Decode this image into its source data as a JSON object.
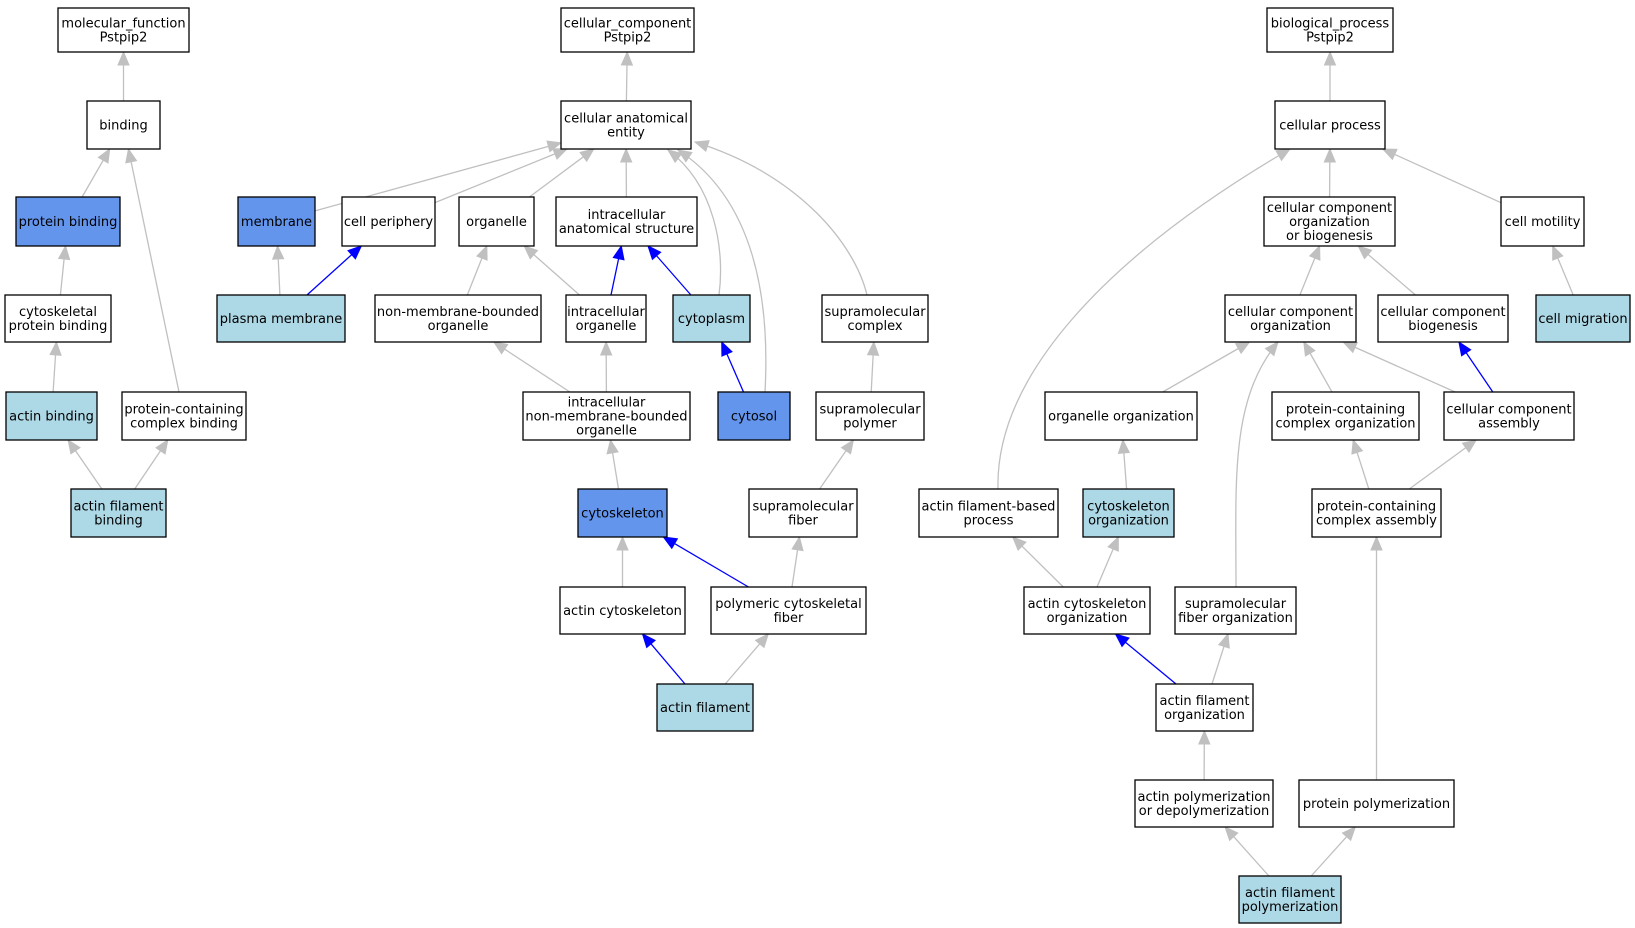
{
  "colors": {
    "node_default": "#ffffff",
    "node_light": "#add8e6",
    "node_strong": "#6495ed",
    "edge_gray": "#c0c0c0",
    "edge_blue": "#0000ff",
    "border": "#000000"
  },
  "nodes": [
    {
      "id": "mf",
      "lines": [
        "molecular_function",
        "Pstpip2"
      ],
      "fill": "default"
    },
    {
      "id": "binding",
      "lines": [
        "binding"
      ],
      "fill": "default"
    },
    {
      "id": "protein_binding",
      "lines": [
        "protein binding"
      ],
      "fill": "strong"
    },
    {
      "id": "cytoskeletal_protein_binding",
      "lines": [
        "cytoskeletal",
        "protein binding"
      ],
      "fill": "default"
    },
    {
      "id": "actin_binding",
      "lines": [
        "actin binding"
      ],
      "fill": "light"
    },
    {
      "id": "protein_containing_complex_binding",
      "lines": [
        "protein-containing",
        "complex binding"
      ],
      "fill": "default"
    },
    {
      "id": "actin_filament_binding",
      "lines": [
        "actin filament",
        "binding"
      ],
      "fill": "light"
    },
    {
      "id": "cc",
      "lines": [
        "cellular_component",
        "Pstpip2"
      ],
      "fill": "default"
    },
    {
      "id": "cellular_anatomical_entity",
      "lines": [
        "cellular anatomical",
        "entity"
      ],
      "fill": "default"
    },
    {
      "id": "membrane",
      "lines": [
        "membrane"
      ],
      "fill": "strong"
    },
    {
      "id": "cell_periphery",
      "lines": [
        "cell periphery"
      ],
      "fill": "default"
    },
    {
      "id": "organelle",
      "lines": [
        "organelle"
      ],
      "fill": "default"
    },
    {
      "id": "intracellular_anatomical_structure",
      "lines": [
        "intracellular",
        "anatomical structure"
      ],
      "fill": "default"
    },
    {
      "id": "plasma_membrane",
      "lines": [
        "plasma membrane"
      ],
      "fill": "light"
    },
    {
      "id": "non_membrane_bounded_organelle",
      "lines": [
        "non-membrane-bounded",
        "organelle"
      ],
      "fill": "default"
    },
    {
      "id": "intracellular_organelle",
      "lines": [
        "intracellular",
        "organelle"
      ],
      "fill": "default"
    },
    {
      "id": "cytoplasm",
      "lines": [
        "cytoplasm"
      ],
      "fill": "light"
    },
    {
      "id": "supramolecular_complex",
      "lines": [
        "supramolecular",
        "complex"
      ],
      "fill": "default"
    },
    {
      "id": "intracellular_nmb_organelle",
      "lines": [
        "intracellular",
        "non-membrane-bounded",
        "organelle"
      ],
      "fill": "default"
    },
    {
      "id": "cytosol",
      "lines": [
        "cytosol"
      ],
      "fill": "strong"
    },
    {
      "id": "supramolecular_polymer",
      "lines": [
        "supramolecular",
        "polymer"
      ],
      "fill": "default"
    },
    {
      "id": "cytoskeleton",
      "lines": [
        "cytoskeleton"
      ],
      "fill": "strong"
    },
    {
      "id": "supramolecular_fiber",
      "lines": [
        "supramolecular",
        "fiber"
      ],
      "fill": "default"
    },
    {
      "id": "actin_cytoskeleton",
      "lines": [
        "actin cytoskeleton"
      ],
      "fill": "default"
    },
    {
      "id": "polymeric_cytoskeletal_fiber",
      "lines": [
        "polymeric cytoskeletal",
        "fiber"
      ],
      "fill": "default"
    },
    {
      "id": "actin_filament",
      "lines": [
        "actin filament"
      ],
      "fill": "light"
    },
    {
      "id": "bp",
      "lines": [
        "biological_process",
        "Pstpip2"
      ],
      "fill": "default"
    },
    {
      "id": "cellular_process",
      "lines": [
        "cellular process"
      ],
      "fill": "default"
    },
    {
      "id": "ccob",
      "lines": [
        "cellular component",
        "organization",
        "or biogenesis"
      ],
      "fill": "default"
    },
    {
      "id": "cell_motility",
      "lines": [
        "cell motility"
      ],
      "fill": "default"
    },
    {
      "id": "cc_organization",
      "lines": [
        "cellular component",
        "organization"
      ],
      "fill": "default"
    },
    {
      "id": "cc_biogenesis",
      "lines": [
        "cellular component",
        "biogenesis"
      ],
      "fill": "default"
    },
    {
      "id": "cell_migration",
      "lines": [
        "cell migration"
      ],
      "fill": "light"
    },
    {
      "id": "organelle_organization",
      "lines": [
        "organelle organization"
      ],
      "fill": "default"
    },
    {
      "id": "pc_organization",
      "lines": [
        "protein-containing",
        "complex organization"
      ],
      "fill": "default"
    },
    {
      "id": "cc_assembly",
      "lines": [
        "cellular component",
        "assembly"
      ],
      "fill": "default"
    },
    {
      "id": "actin_filament_based_process",
      "lines": [
        "actin filament-based",
        "process"
      ],
      "fill": "default"
    },
    {
      "id": "cytoskeleton_organization",
      "lines": [
        "cytoskeleton",
        "organization"
      ],
      "fill": "light"
    },
    {
      "id": "pc_assembly",
      "lines": [
        "protein-containing",
        "complex assembly"
      ],
      "fill": "default"
    },
    {
      "id": "actin_cytoskeleton_organization",
      "lines": [
        "actin cytoskeleton",
        "organization"
      ],
      "fill": "default"
    },
    {
      "id": "supramolecular_fiber_organization",
      "lines": [
        "supramolecular",
        "fiber organization"
      ],
      "fill": "default"
    },
    {
      "id": "actin_filament_organization",
      "lines": [
        "actin filament",
        "organization"
      ],
      "fill": "default"
    },
    {
      "id": "actin_polymerization_depolymerization",
      "lines": [
        "actin polymerization",
        "or depolymerization"
      ],
      "fill": "default"
    },
    {
      "id": "protein_polymerization",
      "lines": [
        "protein polymerization"
      ],
      "fill": "default"
    },
    {
      "id": "actin_filament_polymerization",
      "lines": [
        "actin filament",
        "polymerization"
      ],
      "fill": "light"
    }
  ],
  "edges": [
    {
      "from": "binding",
      "to": "mf",
      "color": "gray"
    },
    {
      "from": "protein_binding",
      "to": "binding",
      "color": "gray"
    },
    {
      "from": "cytoskeletal_protein_binding",
      "to": "protein_binding",
      "color": "gray"
    },
    {
      "from": "actin_binding",
      "to": "cytoskeletal_protein_binding",
      "color": "gray"
    },
    {
      "from": "protein_containing_complex_binding",
      "to": "binding",
      "color": "gray"
    },
    {
      "from": "actin_filament_binding",
      "to": "actin_binding",
      "color": "gray"
    },
    {
      "from": "actin_filament_binding",
      "to": "protein_containing_complex_binding",
      "color": "gray"
    },
    {
      "from": "cellular_anatomical_entity",
      "to": "cc",
      "color": "gray"
    },
    {
      "from": "membrane",
      "to": "cellular_anatomical_entity",
      "color": "gray"
    },
    {
      "from": "cell_periphery",
      "to": "cellular_anatomical_entity",
      "color": "gray"
    },
    {
      "from": "organelle",
      "to": "cellular_anatomical_entity",
      "color": "gray"
    },
    {
      "from": "intracellular_anatomical_structure",
      "to": "cellular_anatomical_entity",
      "color": "gray"
    },
    {
      "from": "cytoplasm",
      "to": "cellular_anatomical_entity",
      "color": "gray"
    },
    {
      "from": "cytosol",
      "to": "cellular_anatomical_entity",
      "color": "gray"
    },
    {
      "from": "supramolecular_complex",
      "to": "cellular_anatomical_entity",
      "color": "gray"
    },
    {
      "from": "plasma_membrane",
      "to": "membrane",
      "color": "gray"
    },
    {
      "from": "plasma_membrane",
      "to": "cell_periphery",
      "color": "blue"
    },
    {
      "from": "non_membrane_bounded_organelle",
      "to": "organelle",
      "color": "gray"
    },
    {
      "from": "intracellular_organelle",
      "to": "organelle",
      "color": "gray"
    },
    {
      "from": "intracellular_organelle",
      "to": "intracellular_anatomical_structure",
      "color": "blue"
    },
    {
      "from": "cytoplasm",
      "to": "intracellular_anatomical_structure",
      "color": "blue"
    },
    {
      "from": "cytosol",
      "to": "cytoplasm",
      "color": "blue"
    },
    {
      "from": "intracellular_nmb_organelle",
      "to": "non_membrane_bounded_organelle",
      "color": "gray"
    },
    {
      "from": "intracellular_nmb_organelle",
      "to": "intracellular_organelle",
      "color": "gray"
    },
    {
      "from": "supramolecular_polymer",
      "to": "supramolecular_complex",
      "color": "gray"
    },
    {
      "from": "cytoskeleton",
      "to": "intracellular_nmb_organelle",
      "color": "gray"
    },
    {
      "from": "supramolecular_fiber",
      "to": "supramolecular_polymer",
      "color": "gray"
    },
    {
      "from": "actin_cytoskeleton",
      "to": "cytoskeleton",
      "color": "gray"
    },
    {
      "from": "polymeric_cytoskeletal_fiber",
      "to": "cytoskeleton",
      "color": "blue"
    },
    {
      "from": "polymeric_cytoskeletal_fiber",
      "to": "supramolecular_fiber",
      "color": "gray"
    },
    {
      "from": "actin_filament",
      "to": "actin_cytoskeleton",
      "color": "blue"
    },
    {
      "from": "actin_filament",
      "to": "polymeric_cytoskeletal_fiber",
      "color": "gray"
    },
    {
      "from": "cellular_process",
      "to": "bp",
      "color": "gray"
    },
    {
      "from": "ccob",
      "to": "cellular_process",
      "color": "gray"
    },
    {
      "from": "cell_motility",
      "to": "cellular_process",
      "color": "gray"
    },
    {
      "from": "actin_filament_based_process",
      "to": "cellular_process",
      "color": "gray"
    },
    {
      "from": "cc_organization",
      "to": "ccob",
      "color": "gray"
    },
    {
      "from": "cc_biogenesis",
      "to": "ccob",
      "color": "gray"
    },
    {
      "from": "cell_migration",
      "to": "cell_motility",
      "color": "gray"
    },
    {
      "from": "organelle_organization",
      "to": "cc_organization",
      "color": "gray"
    },
    {
      "from": "pc_organization",
      "to": "cc_organization",
      "color": "gray"
    },
    {
      "from": "cc_assembly",
      "to": "cc_organization",
      "color": "gray"
    },
    {
      "from": "cc_assembly",
      "to": "cc_biogenesis",
      "color": "blue"
    },
    {
      "from": "supramolecular_fiber_organization",
      "to": "cc_organization",
      "color": "gray"
    },
    {
      "from": "cytoskeleton_organization",
      "to": "organelle_organization",
      "color": "gray"
    },
    {
      "from": "pc_assembly",
      "to": "pc_organization",
      "color": "gray"
    },
    {
      "from": "pc_assembly",
      "to": "cc_assembly",
      "color": "gray"
    },
    {
      "from": "actin_cytoskeleton_organization",
      "to": "actin_filament_based_process",
      "color": "gray"
    },
    {
      "from": "actin_cytoskeleton_organization",
      "to": "cytoskeleton_organization",
      "color": "gray"
    },
    {
      "from": "actin_filament_organization",
      "to": "actin_cytoskeleton_organization",
      "color": "blue"
    },
    {
      "from": "actin_filament_organization",
      "to": "supramolecular_fiber_organization",
      "color": "gray"
    },
    {
      "from": "actin_polymerization_depolymerization",
      "to": "actin_filament_organization",
      "color": "gray"
    },
    {
      "from": "protein_polymerization",
      "to": "pc_assembly",
      "color": "gray"
    },
    {
      "from": "actin_filament_polymerization",
      "to": "actin_polymerization_depolymerization",
      "color": "gray"
    },
    {
      "from": "actin_filament_polymerization",
      "to": "protein_polymerization",
      "color": "gray"
    }
  ]
}
